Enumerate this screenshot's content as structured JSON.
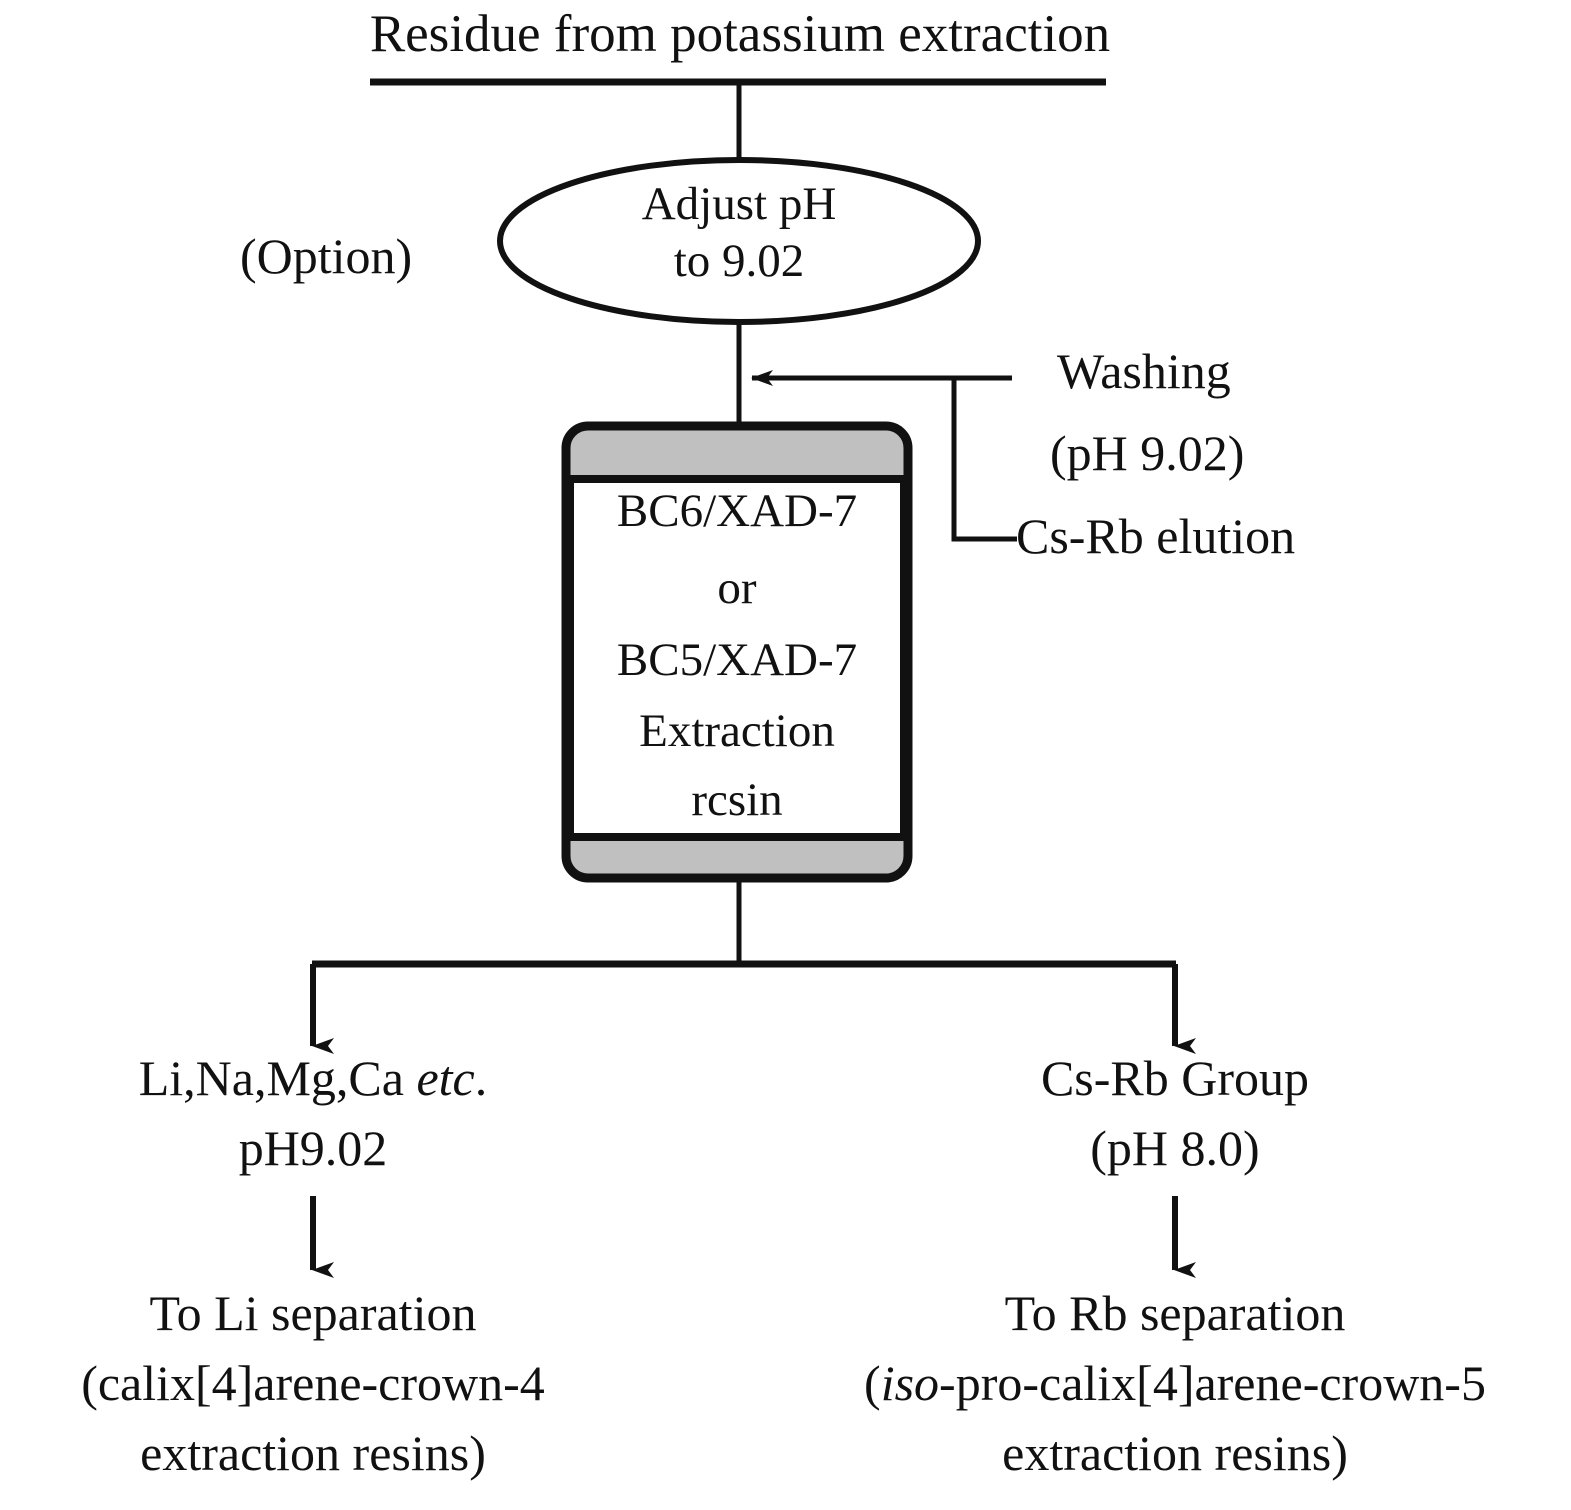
{
  "diagram": {
    "title": "Residue from potassium extraction",
    "option_label": "(Option)",
    "ellipse": {
      "line1": "Adjust pH",
      "line2": "to 9.02"
    },
    "column": {
      "line1": "BC6/XAD-7",
      "line2": "or",
      "line3": "BC5/XAD-7",
      "line4": "Extraction",
      "line5": "rcsin",
      "cap_color": "#c0c0c0",
      "body_color": "#ffffff",
      "stroke_color": "#111111"
    },
    "annotations": {
      "washing_line1": "Washing",
      "washing_line2": "(pH 9.02)",
      "elution": "Cs-Rb elution"
    },
    "branch_left": {
      "line1_plain": "Li,Na,Mg,Ca ",
      "line1_italic": "etc",
      "line1_tail": ".",
      "line2": "pH9.02"
    },
    "branch_right": {
      "line1": "Cs-Rb Group",
      "line2": "(pH 8.0)"
    },
    "terminal_left": {
      "line1": "To Li separation",
      "line2": "(calix[4]arene-crown-4",
      "line3": "extraction resins)"
    },
    "terminal_right": {
      "line1": "To Rb separation",
      "line2_open": "(",
      "line2_italic": "iso",
      "line2_tail": "-pro-calix[4]arene-crown-5",
      "line3": "extraction resins)"
    }
  }
}
